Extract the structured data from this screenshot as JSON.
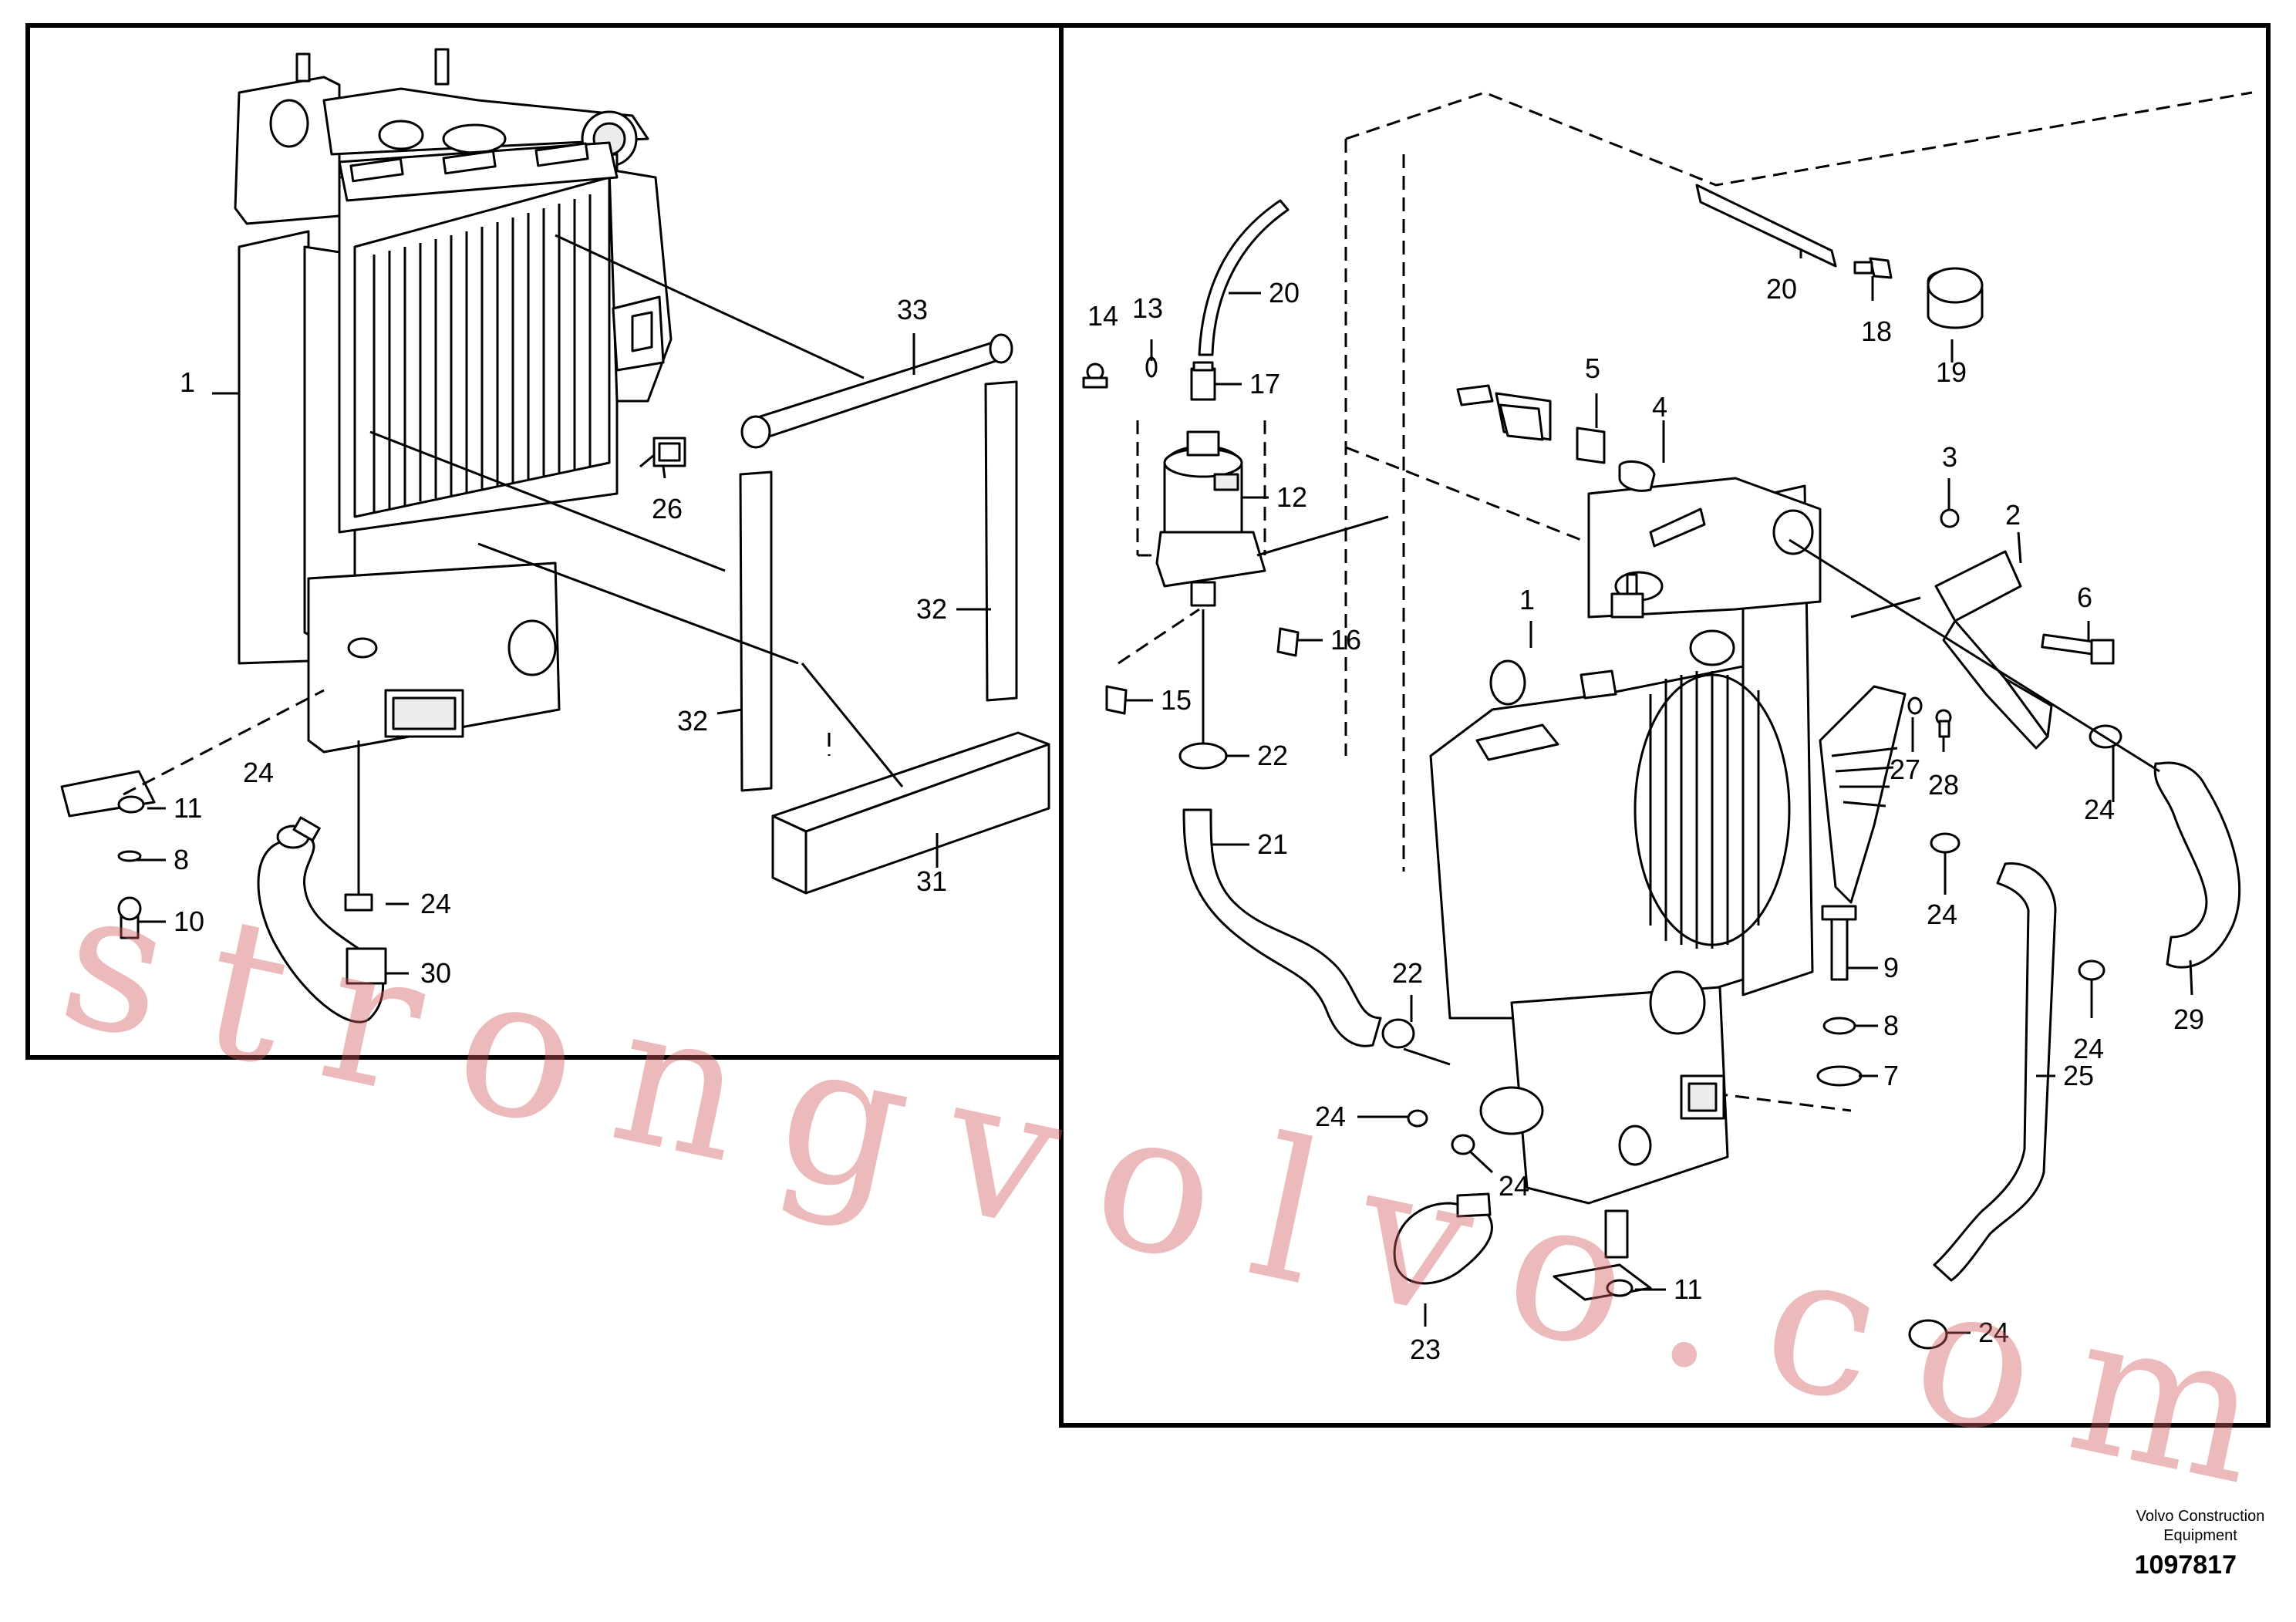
{
  "watermark": "strongvolvo.com",
  "footer": {
    "company_line1": "Volvo Construction",
    "company_line2": "Equipment",
    "drawing_number": "1097817"
  },
  "left_panel_labels": {
    "p1": "1",
    "p33": "33",
    "p26": "26",
    "p32a": "32",
    "p32b": "32",
    "p31": "31",
    "p24a": "24",
    "p24b": "24",
    "p11": "11",
    "p8": "8",
    "p10": "10",
    "p30": "30"
  },
  "right_panel_labels": {
    "p14": "14",
    "p13": "13",
    "p20a": "20",
    "p17": "17",
    "p12": "12",
    "p16": "16",
    "p15": "15",
    "p22a": "22",
    "p21": "21",
    "p20b": "20",
    "p18": "18",
    "p19": "19",
    "p5": "5",
    "p4": "4",
    "p3": "3",
    "p2": "2",
    "p6": "6",
    "p1": "1",
    "p27": "27",
    "p28": "28",
    "p24a": "24",
    "p24b": "24",
    "p9": "9",
    "p8": "8",
    "p7": "7",
    "p25": "25",
    "p24c": "24",
    "p29": "29",
    "p22b": "22",
    "p24d": "24",
    "p24e": "24",
    "p11": "11",
    "p23": "23",
    "p24f": "24"
  }
}
